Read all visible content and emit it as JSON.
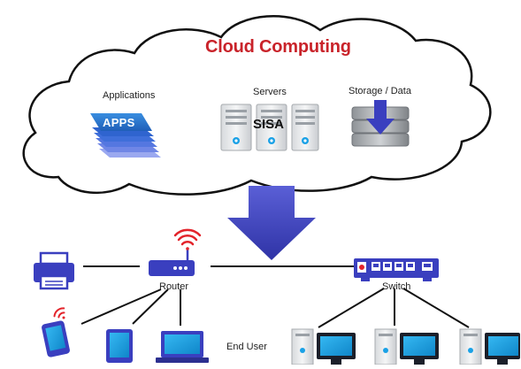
{
  "diagram": {
    "title": "Cloud Computing",
    "cloud_items": {
      "applications": {
        "label": "Applications",
        "icon_text": "APPS"
      },
      "servers": {
        "label": "Servers",
        "overlay_text": "SISA"
      },
      "storage": {
        "label": "Storage / Data"
      }
    },
    "network": {
      "router": {
        "label": "Router"
      },
      "switch": {
        "label": "Switch"
      },
      "end_user": {
        "label": "End User"
      }
    },
    "colors": {
      "title": "#c9232a",
      "accent_blue": "#3a3fbf",
      "wifi_red": "#e3242b",
      "screen_blue": "#1aa1e6"
    }
  }
}
